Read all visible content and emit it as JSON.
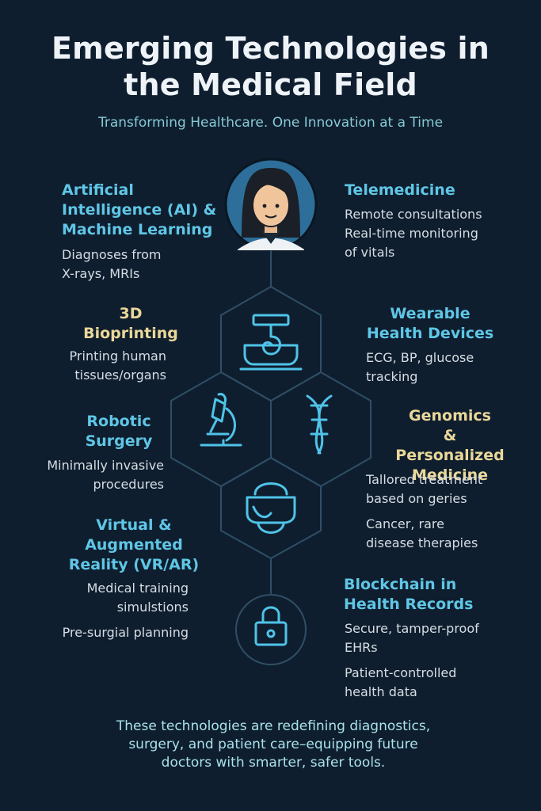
{
  "title_line1": "Emerging Technologies in",
  "title_line2": "the Medical Field",
  "subtitle": "Transforming Healthcare. One Innovation at a Time",
  "ai": {
    "heading": [
      "Artificial",
      "Intelligence (AI) &",
      "Machine Learning"
    ],
    "lines": [
      "Diagnoses from",
      "X-rays, MRIs"
    ]
  },
  "telemedicine": {
    "heading": "Telemedicine",
    "lines": [
      "Remote consultations",
      "Real-time monitoring",
      "of vitals"
    ]
  },
  "bioprinting": {
    "heading": [
      "3D",
      "Bioprinting"
    ],
    "lines": [
      "Printing human",
      "tissues/organs"
    ]
  },
  "wearables": {
    "heading": [
      "Wearable",
      "Health Devices"
    ],
    "lines": [
      "ECG, BP, glucose",
      "tracking"
    ]
  },
  "robotic": {
    "heading": [
      "Robotic",
      "Surgery"
    ],
    "lines": [
      "Minimally invasive",
      "procedures"
    ]
  },
  "genomics": {
    "heading": [
      "Genomics",
      "& Personalized",
      "Medicine"
    ],
    "lines": [
      "Tallored treatment",
      "based on geries",
      "Cancer, rare",
      "disease therapies"
    ]
  },
  "vr": {
    "heading": [
      "Virtual &",
      "Augmented",
      "Reality (VR/AR)"
    ],
    "lines": [
      "Medical training",
      "simulstions",
      "Pre-surgial planning"
    ]
  },
  "blockchain": {
    "heading": [
      "Blockchain in",
      "Health Records"
    ],
    "lines": [
      "Secure, tamper-proof",
      "EHRs",
      "Patient-controlled",
      "health data"
    ]
  },
  "footer": [
    "These technologies are redefining diagnostics,",
    "surgery, and patient care–equipping future",
    "doctors with smarter, safer tools."
  ],
  "colors": {
    "background": "#0f1e2e",
    "accent": "#5fc6e6",
    "gold": "#ead89a",
    "line": "#2f4e66"
  },
  "icons": [
    "doctor-avatar-icon",
    "bioprinter-icon",
    "microscope-icon",
    "dna-icon",
    "vr-headset-icon",
    "lock-icon"
  ]
}
